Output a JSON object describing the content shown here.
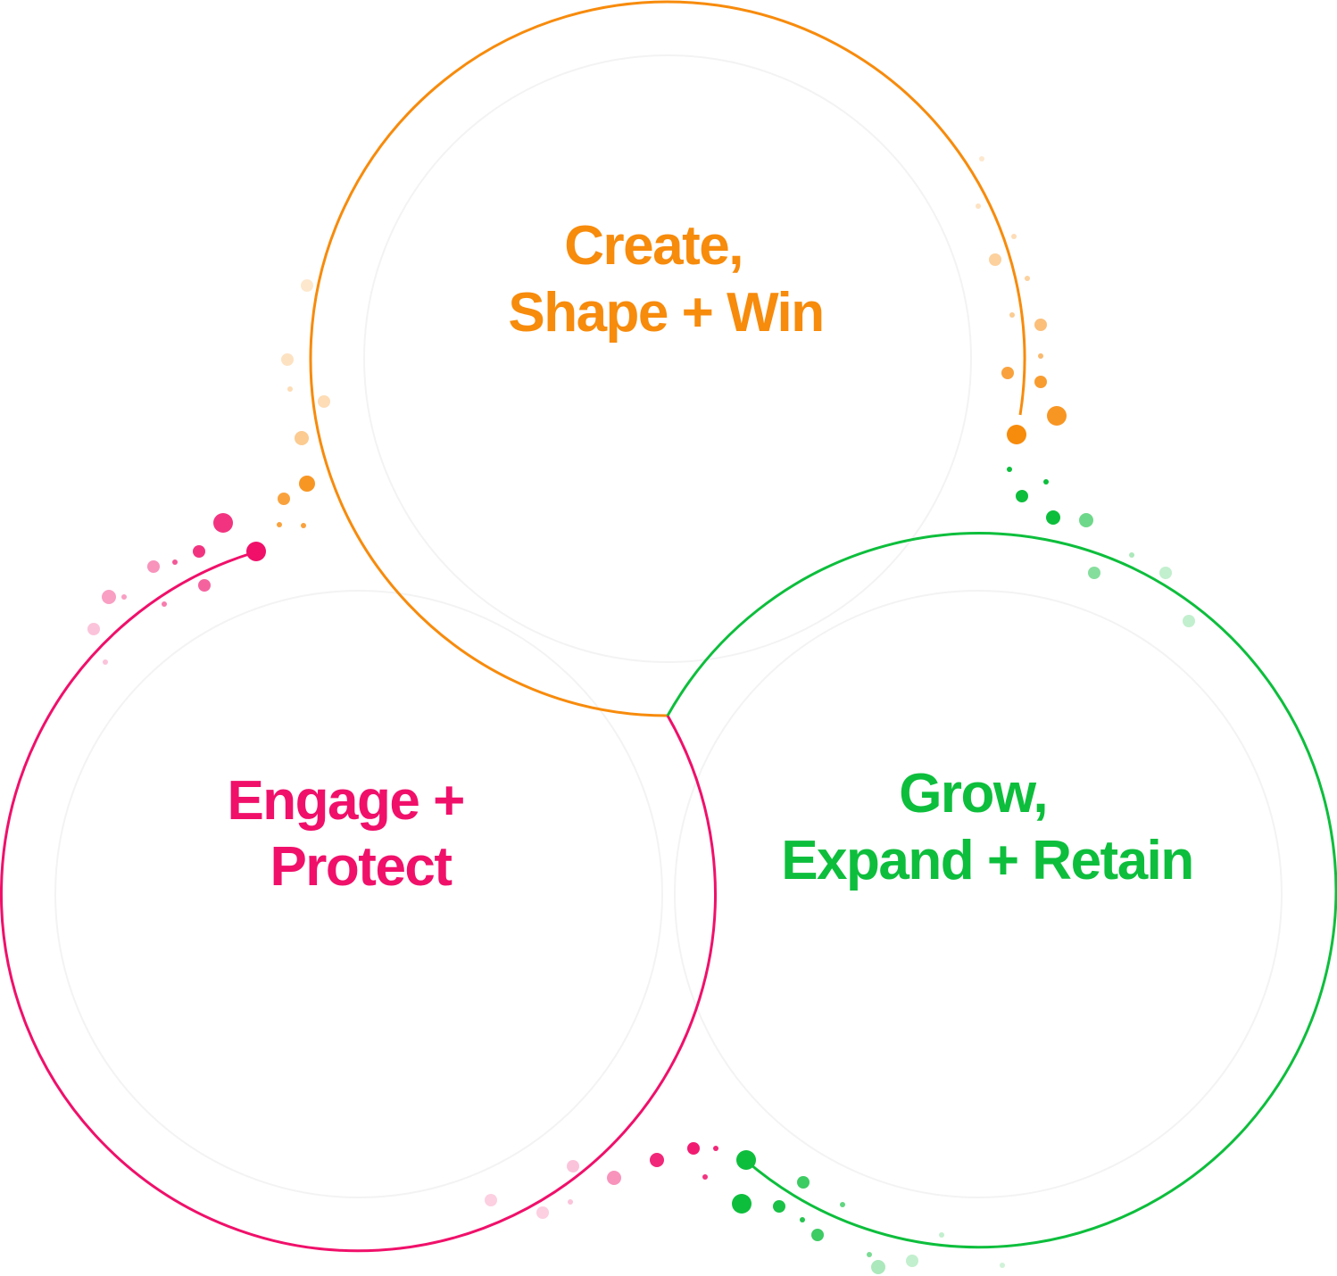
{
  "colors": {
    "top": "#F78B0C",
    "left": "#F0106A",
    "right": "#0DBE3C"
  },
  "circles": {
    "top": {
      "line1": "Create,",
      "line2": "Shape + Win"
    },
    "left": {
      "line1": "Engage +",
      "line2": "Protect"
    },
    "right": {
      "line1": "Grow,",
      "line2": "Expand + Retain"
    }
  }
}
